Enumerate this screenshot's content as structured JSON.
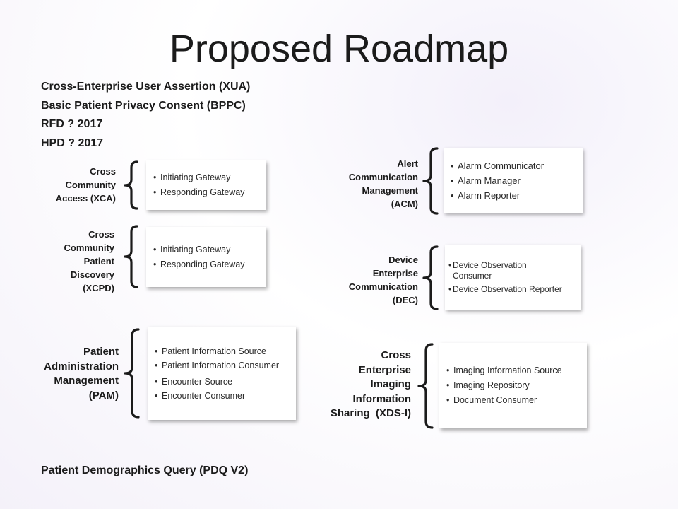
{
  "title": "Proposed Roadmap",
  "intro": [
    "Cross-Enterprise User Assertion (XUA)",
    "Basic Patient Privacy Consent (BPPC)",
    "RFD ? 2017",
    "HPD ? 2017"
  ],
  "footer": "Patient Demographics Query (PDQ V2)",
  "groups": [
    {
      "label_lines": [
        "Cross",
        "Community",
        "Access (XCA)"
      ],
      "items": [
        "Initiating Gateway",
        "Responding Gateway"
      ]
    },
    {
      "label_lines": [
        "Cross",
        "Community",
        "Patient",
        "Discovery",
        "(XCPD)"
      ],
      "items": [
        "Initiating Gateway",
        "Responding Gateway"
      ]
    },
    {
      "label_lines": [
        "Patient",
        "Administration",
        "Management",
        "(PAM)"
      ],
      "items": [
        "Patient Information Source",
        "Patient Information Consumer",
        "Encounter Source",
        "Encounter Consumer"
      ]
    },
    {
      "label_lines": [
        "Alert",
        "Communication",
        "Management",
        "(ACM)"
      ],
      "items": [
        "Alarm Communicator",
        "Alarm Manager",
        "Alarm Reporter"
      ]
    },
    {
      "label_lines": [
        "Device",
        "Enterprise",
        "Communication",
        "(DEC)"
      ],
      "items": [
        "Device Observation Consumer",
        "Device Observation Reporter"
      ]
    },
    {
      "label_lines": [
        "Cross",
        "Enterprise",
        "Imaging",
        "Information",
        "Sharing  (XDS-I)"
      ],
      "items": [
        "Imaging Information Source",
        "Imaging Repository",
        "Document Consumer"
      ]
    }
  ]
}
